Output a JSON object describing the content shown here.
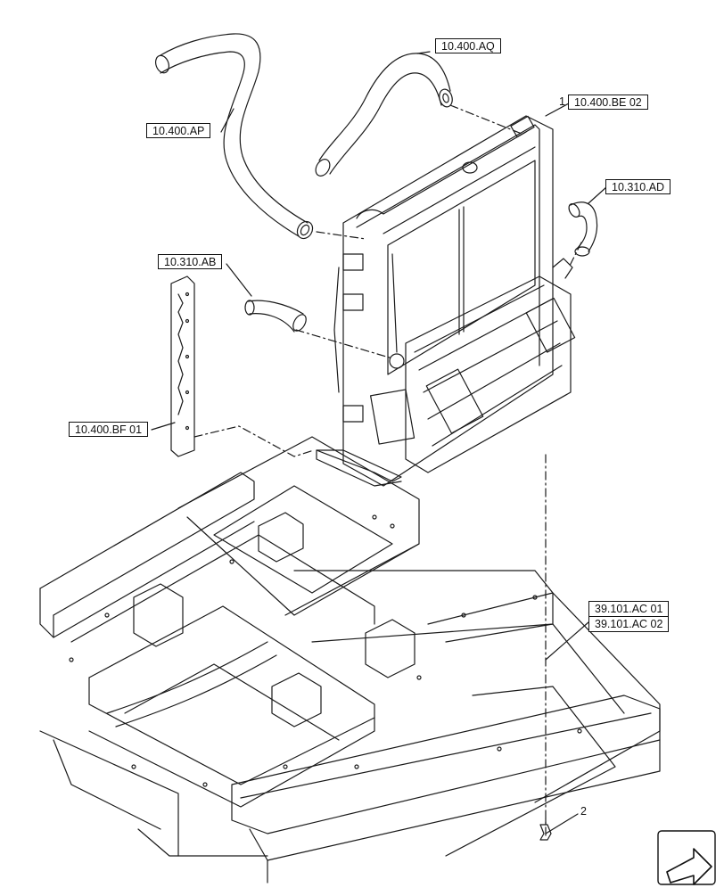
{
  "refs": {
    "hose_upper_right": "10.400.AQ",
    "radiator": "10.400.BE 02",
    "hose_upper_left": "10.400.AP",
    "hose_small_right": "10.310.AD",
    "hose_small_left": "10.310.AB",
    "side_bracket": "10.400.BF 01",
    "frame_1": "39.101.AC 01",
    "frame_2": "39.101.AC 02"
  },
  "items": {
    "radiator_number": "1",
    "bolt_number": "2"
  },
  "icons": {
    "nav": "arrow-back-icon"
  }
}
